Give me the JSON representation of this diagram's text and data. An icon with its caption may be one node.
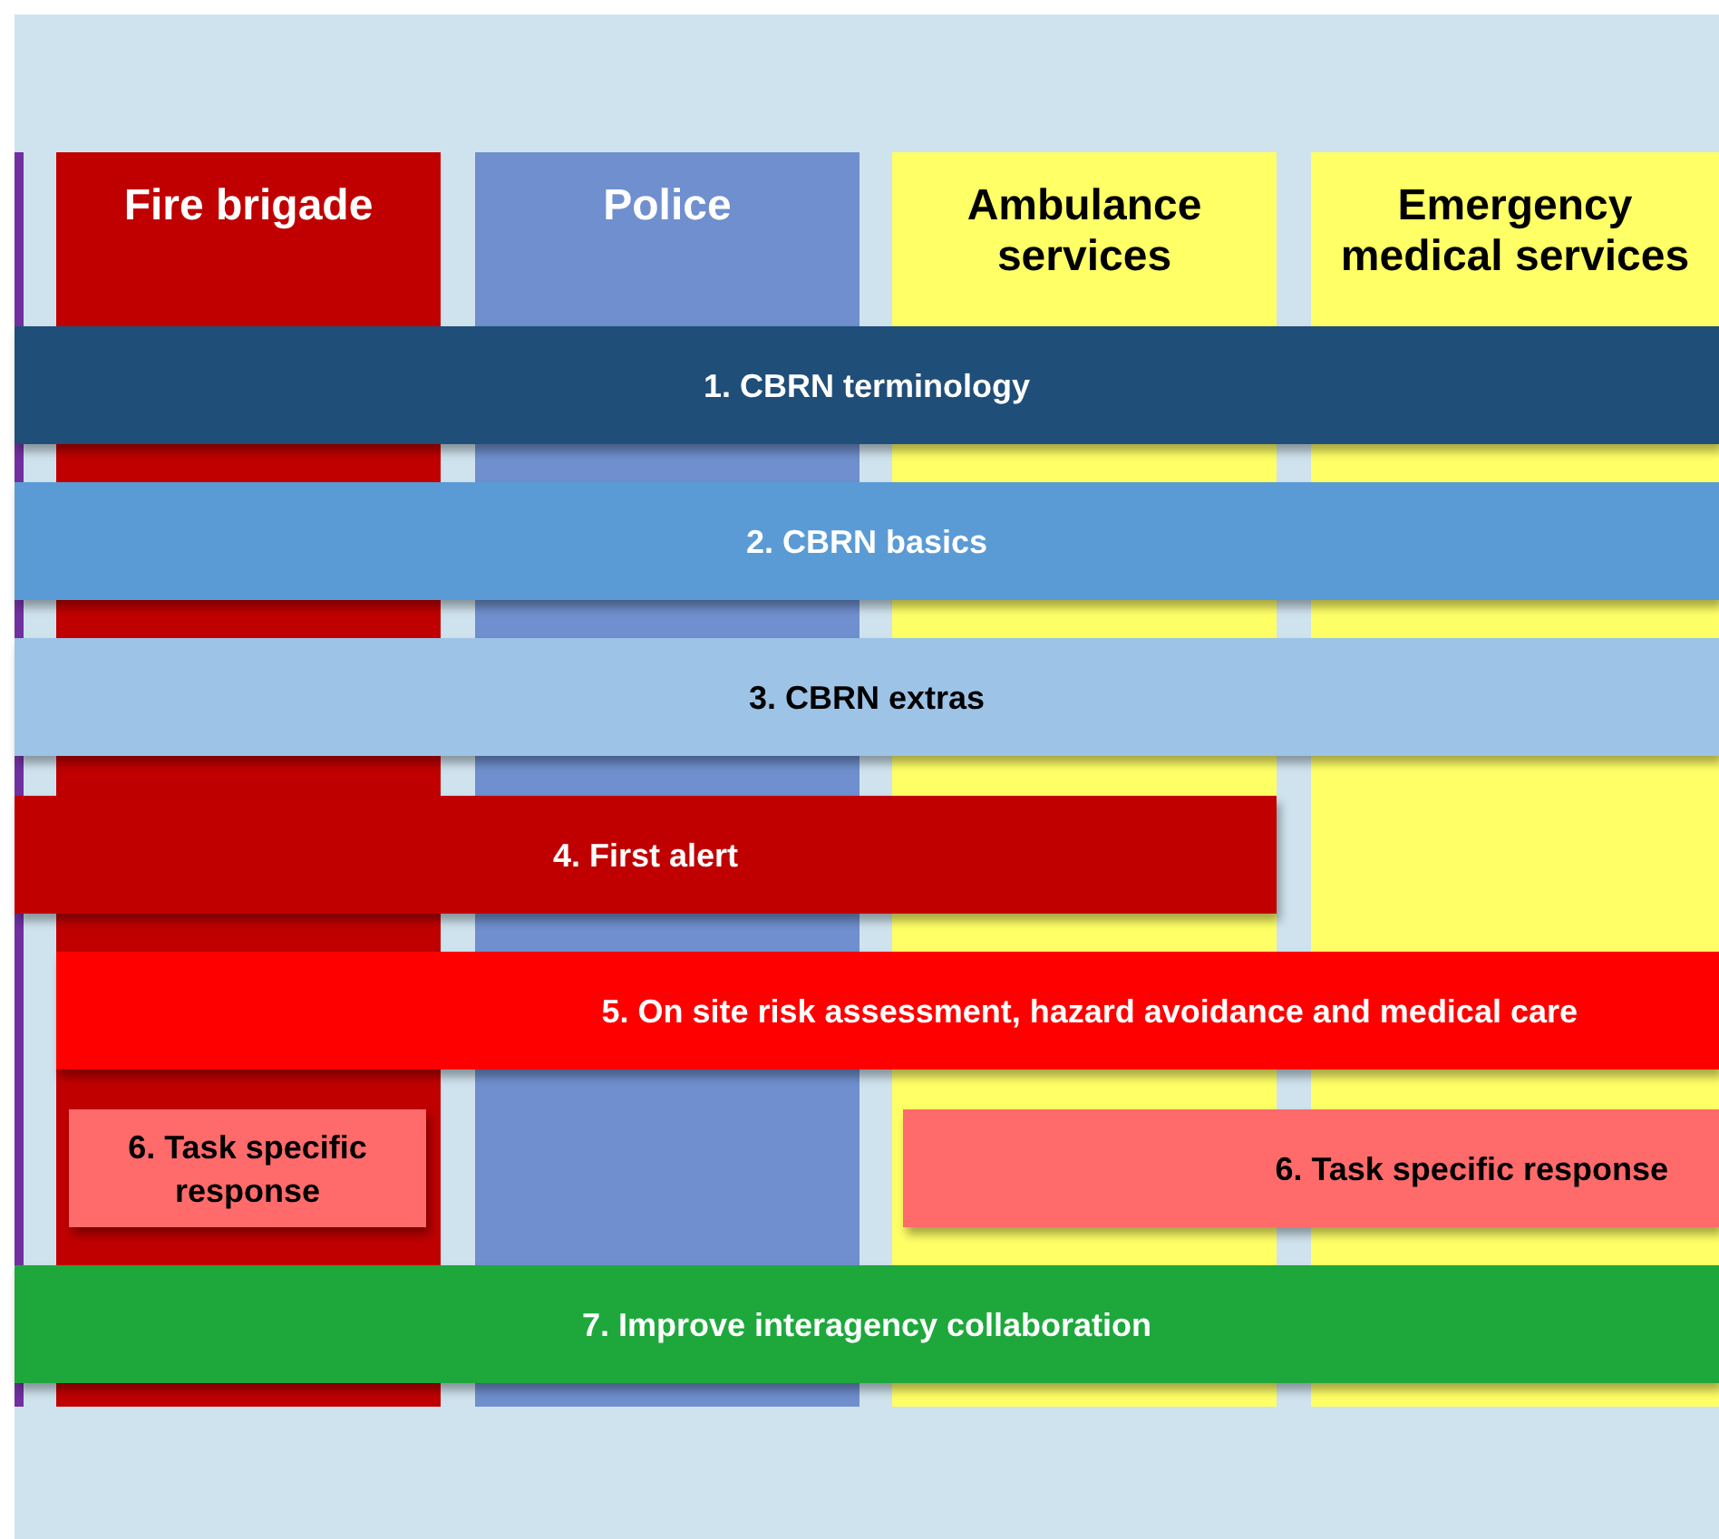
{
  "diagram": {
    "nodes": [
      {
        "text": [
          "Fire brigade"
        ]
      },
      {
        "text": [
          "Police"
        ]
      },
      {
        "text": [
          "Ambulance services"
        ]
      },
      {
        "text": [
          "Emergency medical services"
        ]
      },
      {
        "text": [
          "1. CBRN terminology"
        ]
      },
      {
        "text": [
          "2. CBRN basics"
        ]
      },
      {
        "text": [
          "3. CBRN extras"
        ]
      },
      {
        "text": [
          "4. First alert"
        ]
      },
      {
        "text": [
          "5. On site risk assessment, hazard avoidance and medical care"
        ]
      },
      {
        "text": [
          "6. Task specific response"
        ]
      },
      {
        "text": [
          "6. Task specific response"
        ]
      },
      {
        "text": [
          "7. Improve interagency collaboration"
        ]
      }
    ]
  }
}
